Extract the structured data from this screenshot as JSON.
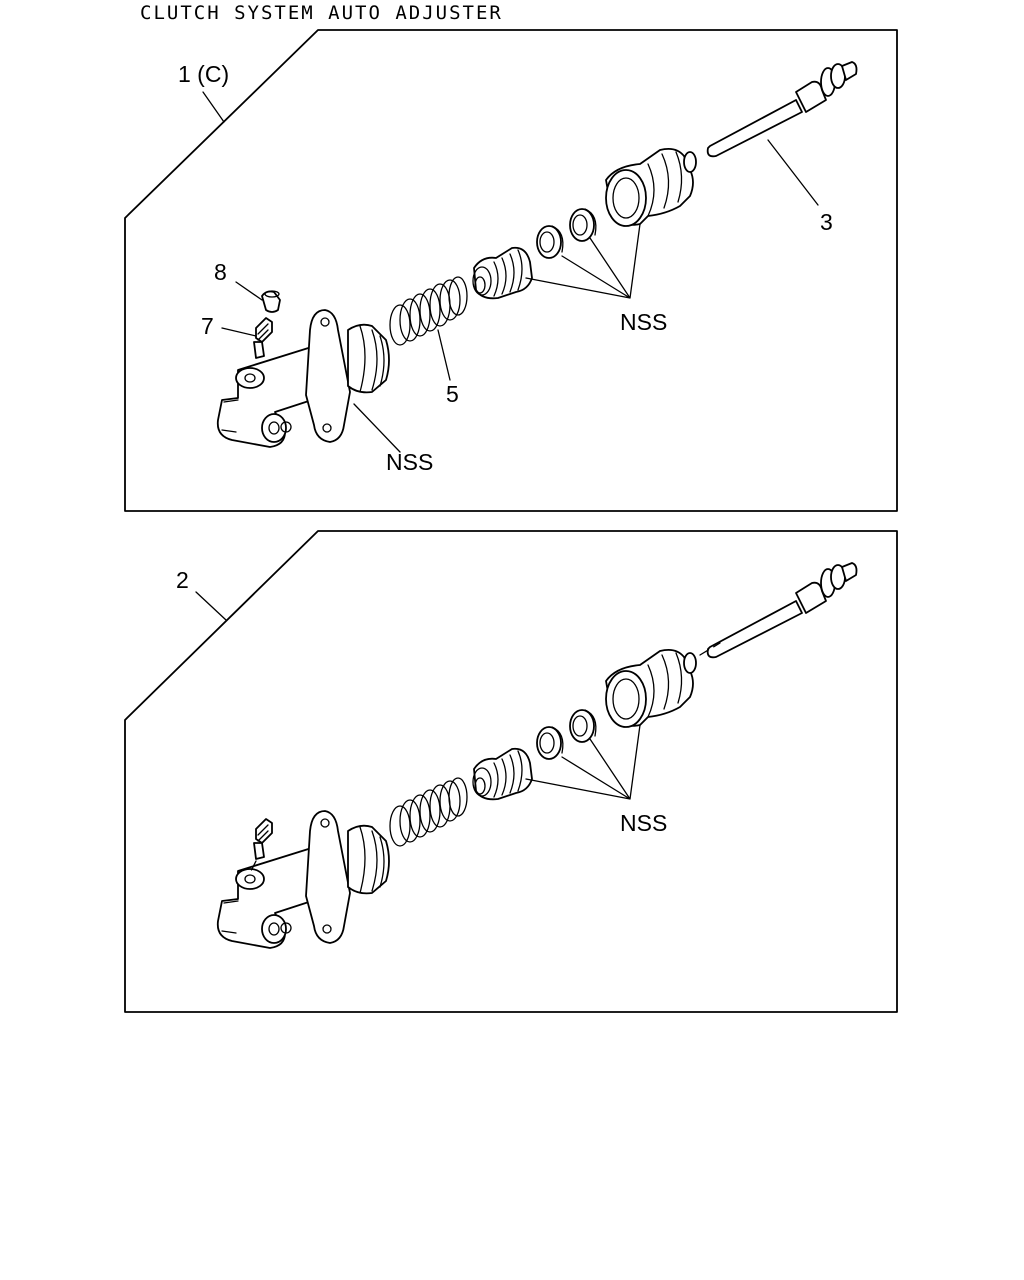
{
  "page": {
    "title": "CLUTCH SYSTEM AUTO ADJUSTER"
  },
  "panel_top": {
    "callouts": {
      "assembly": "1 (C)",
      "pushrod": "3",
      "spring": "5",
      "bleeder_screw": "7",
      "bleeder_cap": "8",
      "seals_group": "NSS",
      "cylinder_body": "NSS"
    }
  },
  "panel_bottom": {
    "callouts": {
      "assembly": "2",
      "seals_group": "NSS"
    }
  }
}
